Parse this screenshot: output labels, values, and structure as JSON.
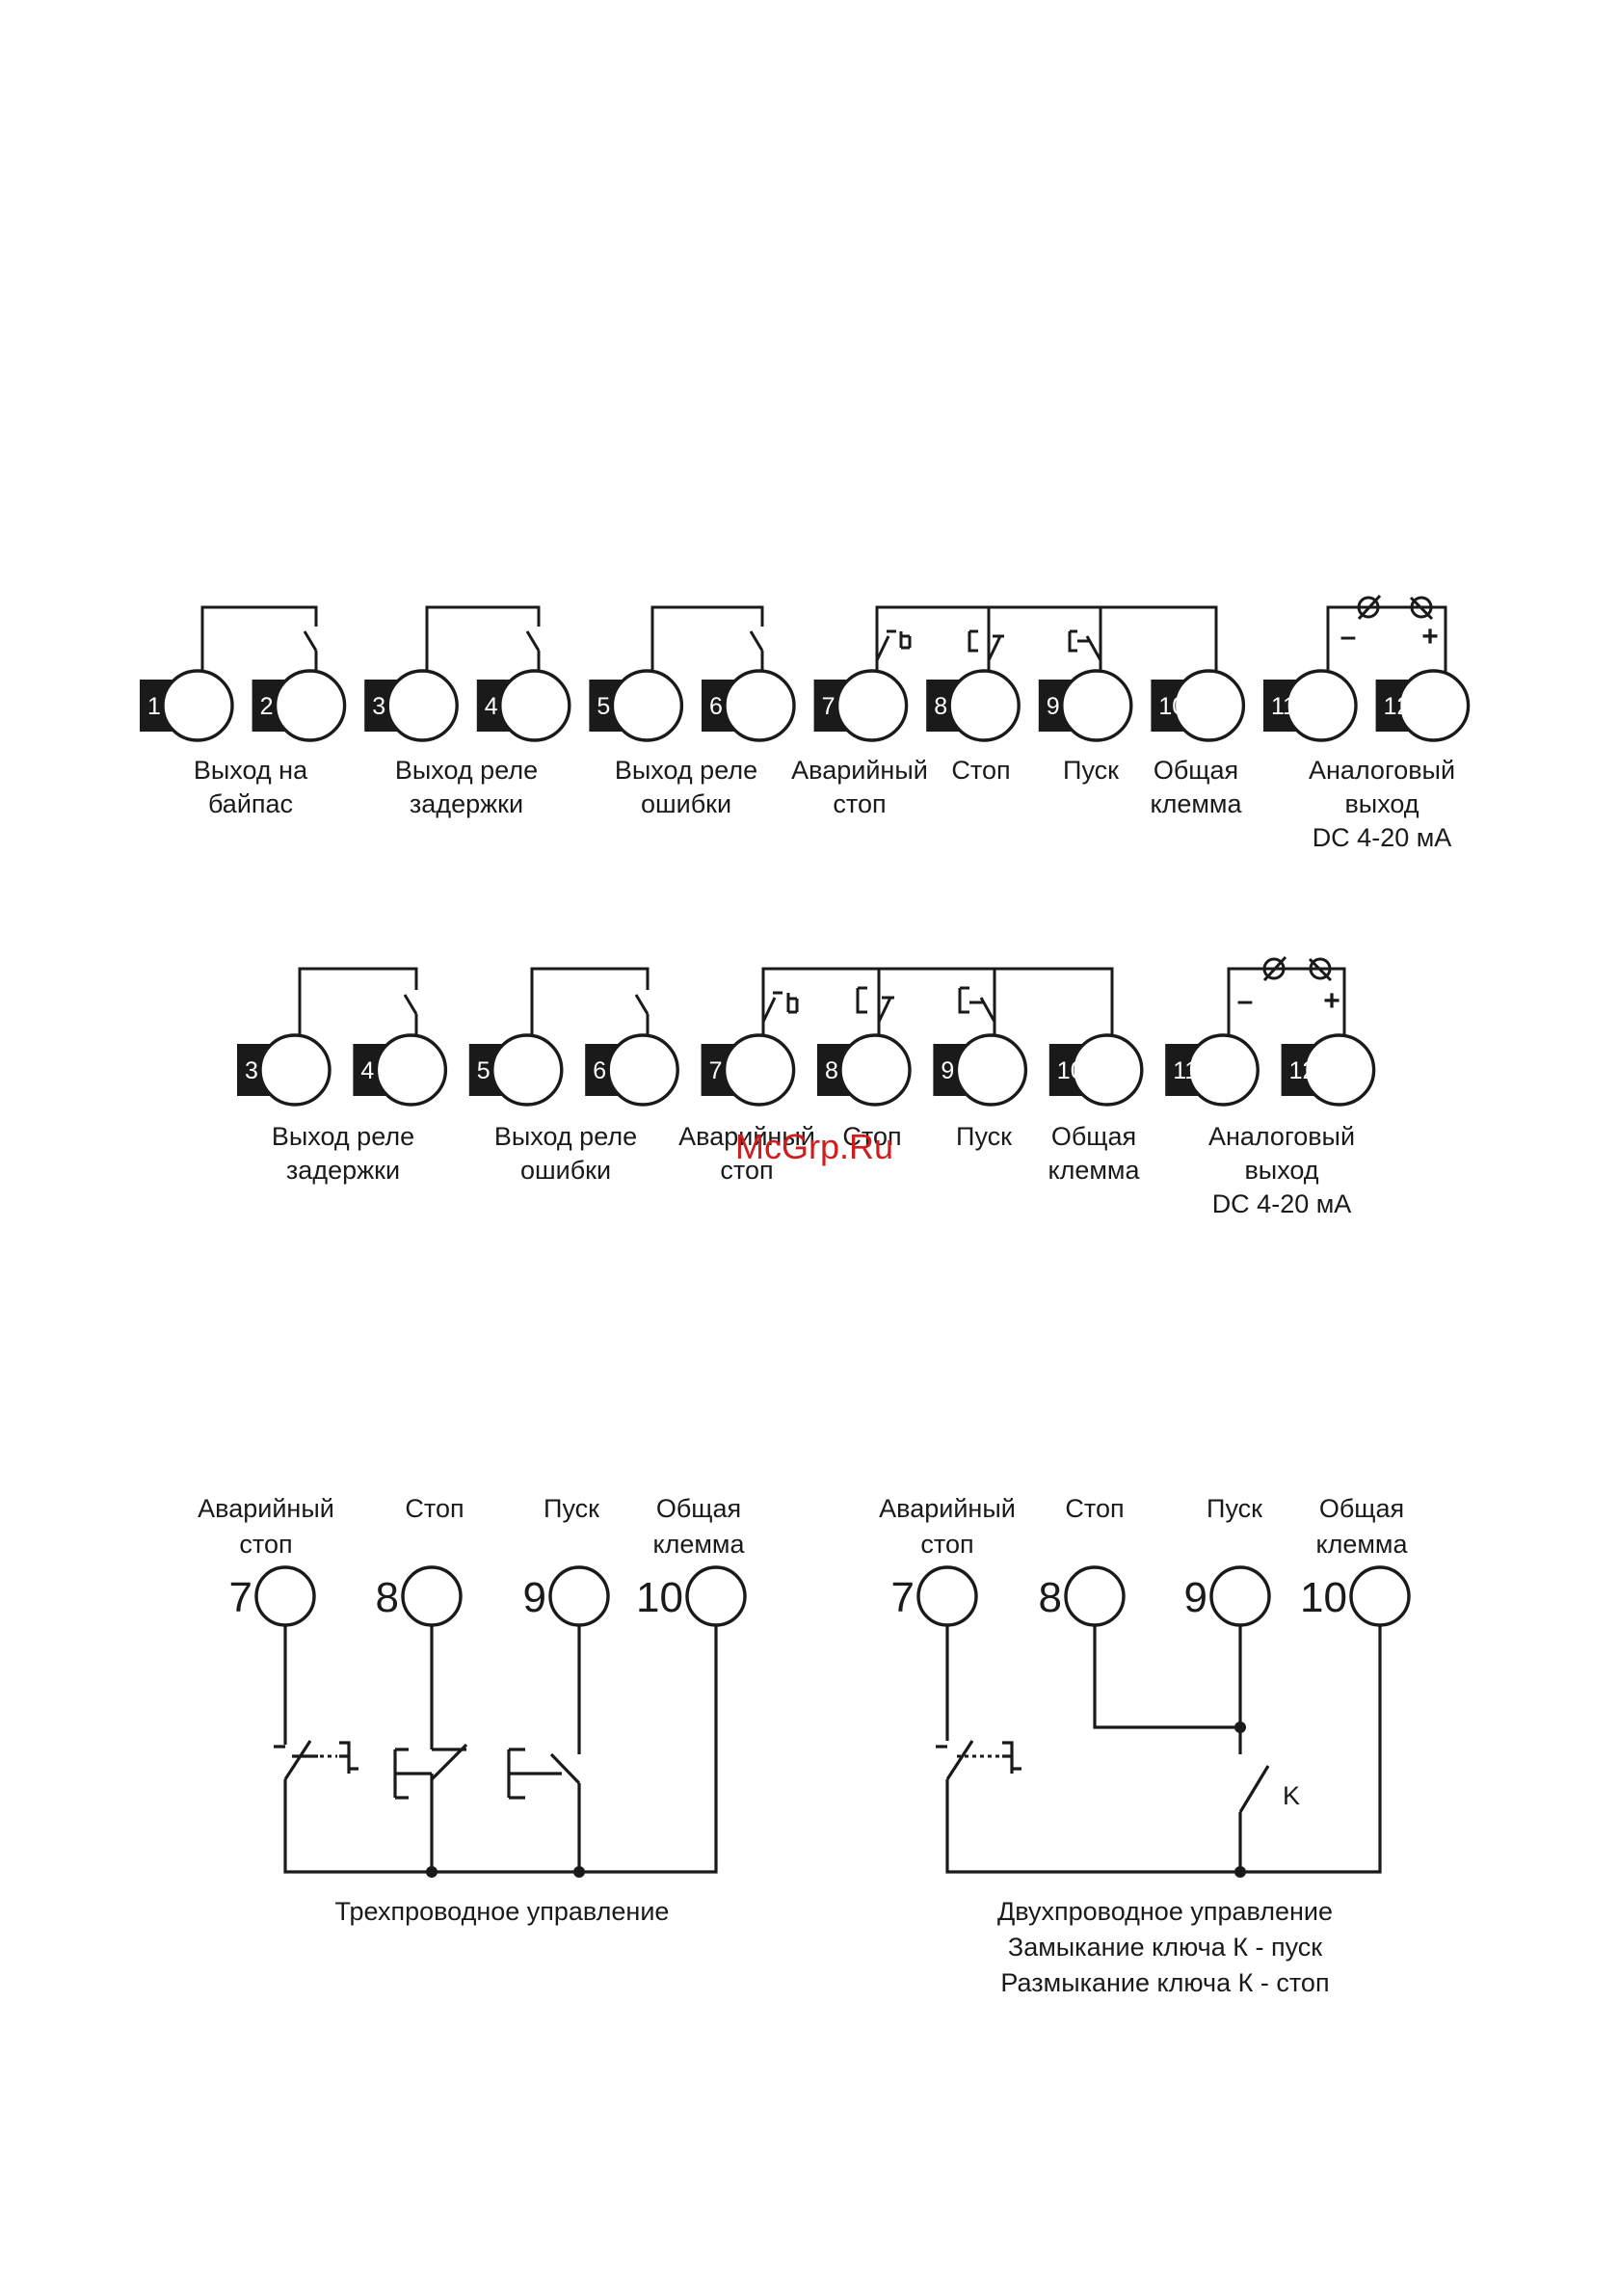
{
  "diagram1": {
    "terminals": [
      "1",
      "2",
      "3",
      "4",
      "5",
      "6",
      "7",
      "8",
      "9",
      "10",
      "11",
      "12"
    ],
    "labels": [
      [
        "Выход на",
        "байпас"
      ],
      [
        "Выход реле",
        "задержки"
      ],
      [
        "Выход реле",
        "ошибки"
      ],
      [
        "Аварийный",
        "стоп"
      ],
      [
        "Стоп"
      ],
      [
        "Пуск"
      ],
      [
        "Общая",
        "клемма"
      ],
      [
        "Аналоговый",
        "выход",
        "DC 4-20 мА"
      ]
    ],
    "minus": "–",
    "plus": "+"
  },
  "diagram2": {
    "terminals": [
      "3",
      "4",
      "5",
      "6",
      "7",
      "8",
      "9",
      "10",
      "11",
      "12"
    ],
    "labels": [
      [
        "Выход реле",
        "задержки"
      ],
      [
        "Выход реле",
        "ошибки"
      ],
      [
        "Аварийный",
        "стоп"
      ],
      [
        "Стоп"
      ],
      [
        "Пуск"
      ],
      [
        "Общая",
        "клемма"
      ],
      [
        "Аналоговый",
        "выход",
        "DC 4-20 мА"
      ]
    ],
    "minus": "–",
    "plus": "+"
  },
  "watermark": "McGrp.Ru",
  "three_wire": {
    "headers": [
      [
        "Аварийный",
        "стоп"
      ],
      [
        "Стоп"
      ],
      [
        "Пуск"
      ],
      [
        "Общая",
        "клемма"
      ]
    ],
    "numbers": [
      "7",
      "8",
      "9",
      "10"
    ],
    "caption": "Трехпроводное управление"
  },
  "two_wire": {
    "headers": [
      [
        "Аварийный",
        "стоп"
      ],
      [
        "Стоп"
      ],
      [
        "Пуск"
      ],
      [
        "Общая",
        "клемма"
      ]
    ],
    "numbers": [
      "7",
      "8",
      "9",
      "10"
    ],
    "key_label": "K",
    "caption_lines": [
      "Двухпроводное управление",
      "Замыкание ключа К - пуск",
      "Размыкание ключа К - стоп"
    ]
  }
}
